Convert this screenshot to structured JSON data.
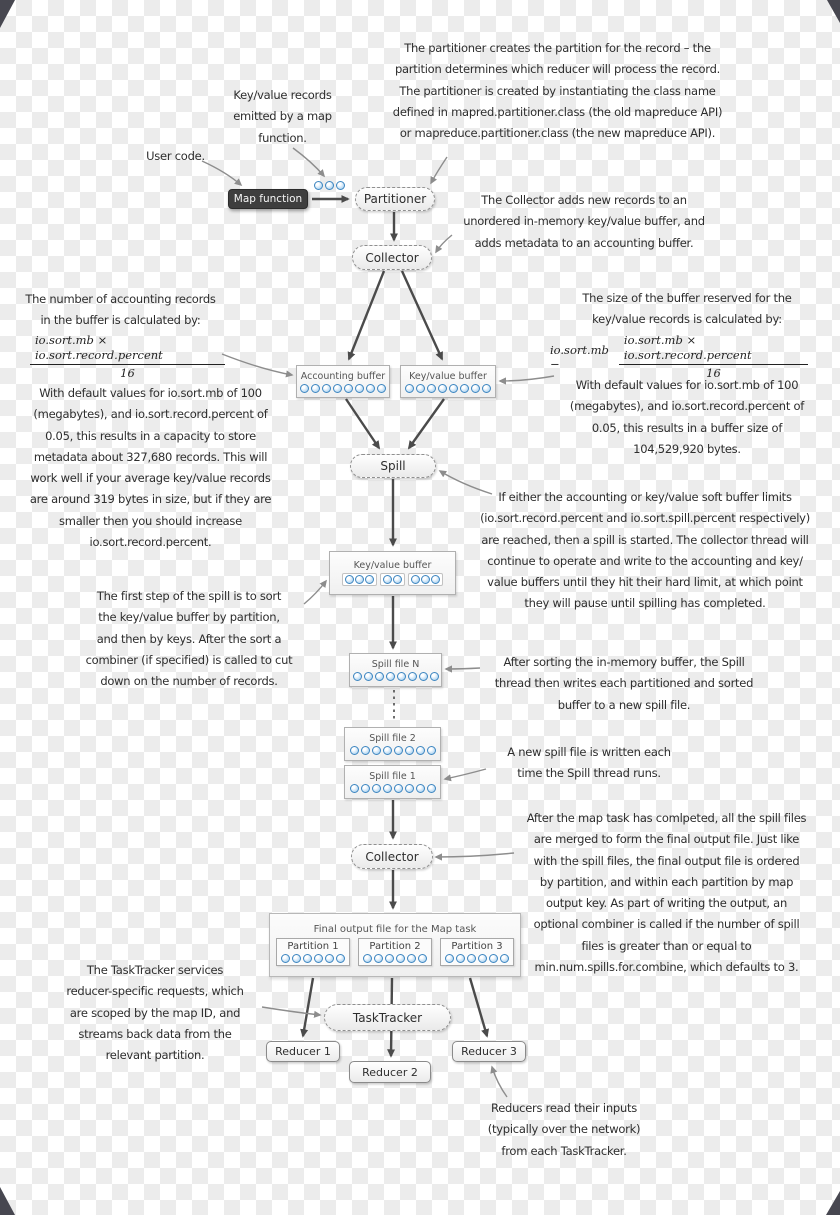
{
  "nodes": {
    "map_function": {
      "label": "Map function"
    },
    "record_stream": {
      "dots": 3
    },
    "partitioner": {
      "label": "Partitioner"
    },
    "collector_top": {
      "label": "Collector"
    },
    "accounting_buffer": {
      "label": "Accounting buffer",
      "dots": 8
    },
    "kv_buffer": {
      "label": "Key/value buffer",
      "dots": 8
    },
    "spill": {
      "label": "Spill"
    },
    "kv_buffer_sorted": {
      "label": "Key/value buffer",
      "groups": [
        3,
        2,
        3
      ]
    },
    "spill_file_n": {
      "label": "Spill file N",
      "dots": 8
    },
    "spill_file_2": {
      "label": "Spill file 2",
      "dots": 8
    },
    "spill_file_1": {
      "label": "Spill file 1",
      "dots": 8
    },
    "collector_bottom": {
      "label": "Collector"
    },
    "final_output": {
      "label": "Final output file for the Map task",
      "partitions": [
        {
          "label": "Partition 1",
          "dots": 6
        },
        {
          "label": "Partition 2",
          "dots": 6
        },
        {
          "label": "Partition 3",
          "dots": 6
        }
      ]
    },
    "tasktracker": {
      "label": "TaskTracker"
    },
    "reducer_1": {
      "label": "Reducer 1"
    },
    "reducer_2": {
      "label": "Reducer 2"
    },
    "reducer_3": {
      "label": "Reducer 3"
    }
  },
  "annotations": {
    "user_code": "User code.",
    "kv_records": "Key/value records\nemitted by a map\nfunction.",
    "partitioner_note": "The partitioner creates the partition for the record – the\npartition determines which reducer will process the record.\nThe partitioner is created by instantiating the class name\ndefined in mapred.partitioner.class (the old mapreduce API)\nor mapreduce.partitioner.class (the new mapreduce API).",
    "collector_note": "The Collector adds new records to an\nunordered in-memory key/value buffer, and\nadds metadata to an accounting buffer.",
    "accounting_calc_heading": "The number of accounting records\nin the buffer is calculated by:",
    "accounting_calc_body": "With default values for io.sort.mb of 100\n(megabytes), and io.sort.record.percent of\n0.05, this results in a capacity to store\nmetadata about 327,680 records. This will\nwork well if your average key/value records\nare around 319 bytes in size, but if they are\nsmaller then you should increase\nio.sort.record.percent.",
    "kv_calc_heading": "The size of the buffer reserved for the\nkey/value records is calculated by:",
    "kv_calc_body": "With default values for io.sort.mb of 100\n(megabytes), and io.sort.record.percent of\n0.05, this results in a buffer size of\n104,529,920 bytes.",
    "spill_note": "If either the accounting or key/value soft buffer limits\n(io.sort.record.percent and io.sort.spill.percent respectively)\nare reached, then a spill is started. The collector thread will\ncontinue to operate and write to the accounting and key/\nvalue buffers until they hit their hard limit, at which point\nthey will pause until spilling has completed.",
    "sort_note": "The first step of the spill is to sort\nthe key/value buffer by partition,\nand then by keys. After the sort a\ncombiner (if specified) is called to cut\ndown on the number of records.",
    "spill_write_note": "After sorting the in-memory buffer, the Spill\nthread then writes each partitioned and sorted\nbuffer to a new spill file.",
    "new_spill_note": "A new spill file is written each\ntime the Spill thread runs.",
    "merge_note": "After the map task has comlpeted, all the spill files\nare merged to form the final output file. Just like\nwith the spill files, the final output file is ordered\nby partition, and within each partition by map\noutput key. As part of writing the output, an\noptional combiner is called if the number of spill\nfiles is greater than or equal to\nmin.num.spills.for.combine, which defaults to 3.",
    "tasktracker_note": "The TaskTracker services\nreducer-specific requests, which\nare scoped by the map ID, and\nstreams back data from the\nrelevant partition.",
    "reducers_note": "Reducers read their inputs\n(typically over the network)\nfrom each TaskTracker."
  },
  "formulas": {
    "accounting": {
      "numerator": "io.sort.mb × io.sort.record.percent",
      "denominator": "16"
    },
    "kv": {
      "prefix": "io.sort.mb −",
      "numerator": "io.sort.mb × io.sort.record.percent",
      "denominator": "16"
    }
  },
  "colors": {
    "dot_blue": "#3e86c0",
    "node_dark": "#3e3e3e",
    "arrow_dark": "#4b4b4b",
    "arrow_gray": "#8d8d8d",
    "checker_gray": "#ececec"
  }
}
